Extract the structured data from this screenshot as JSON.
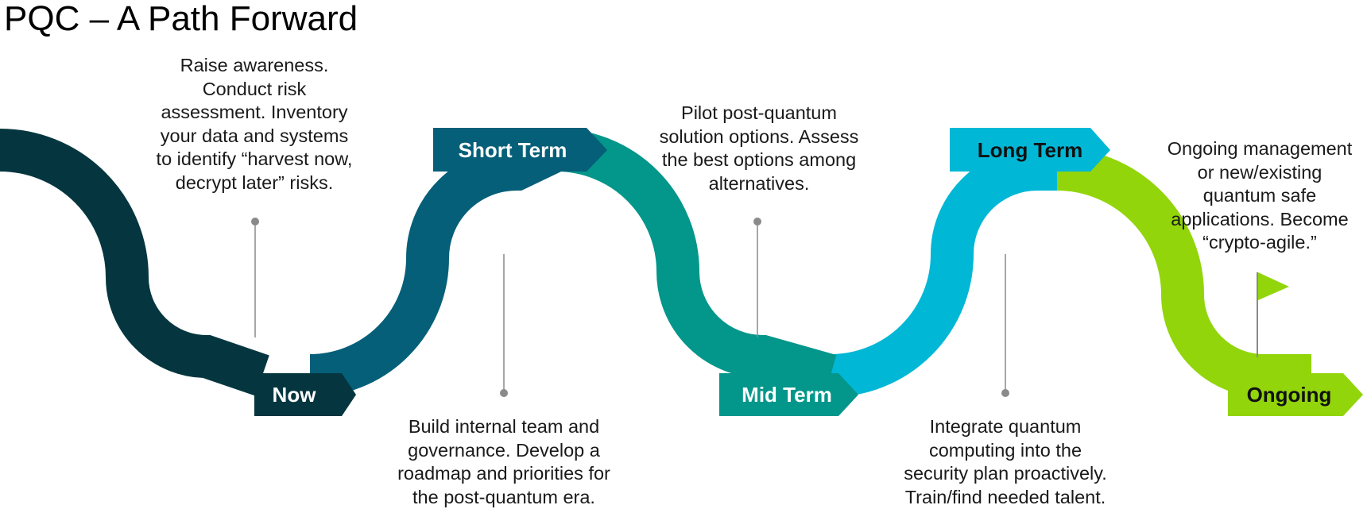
{
  "title": "PQC – A Path Forward",
  "colors": {
    "now": "#05363f",
    "short_term": "#055f78",
    "mid_term": "#03968a",
    "long_term": "#01b7d6",
    "ongoing": "#92d50a",
    "pointer": "#8a8a8a"
  },
  "stages": [
    {
      "label": "Now",
      "color_key": "now",
      "label_color": "#ffffff"
    },
    {
      "label": "Short Term",
      "color_key": "short_term",
      "label_color": "#ffffff"
    },
    {
      "label": "Mid Term",
      "color_key": "mid_term",
      "label_color": "#ffffff"
    },
    {
      "label": "Long Term",
      "color_key": "long_term",
      "label_color": "#111111"
    },
    {
      "label": "Ongoing",
      "color_key": "ongoing",
      "label_color": "#111111"
    }
  ],
  "notes": {
    "now": "Raise awareness.\nConduct risk\nassessment. Inventory\nyour data and systems\nto identify “harvest now,\ndecrypt later” risks.",
    "short_term": "Build internal team and\ngovernance. Develop a\nroadmap and priorities for\nthe post-quantum era.",
    "mid_term": "Pilot post-quantum\nsolution options. Assess\nthe best options among\nalternatives.",
    "long_term": "Integrate quantum\ncomputing into the\nsecurity plan proactively.\nTrain/find needed talent.",
    "ongoing": "Ongoing management\nor new/existing\nquantum safe\napplications. Become\n“crypto-agile.”"
  },
  "flag_icon": "flag-icon"
}
